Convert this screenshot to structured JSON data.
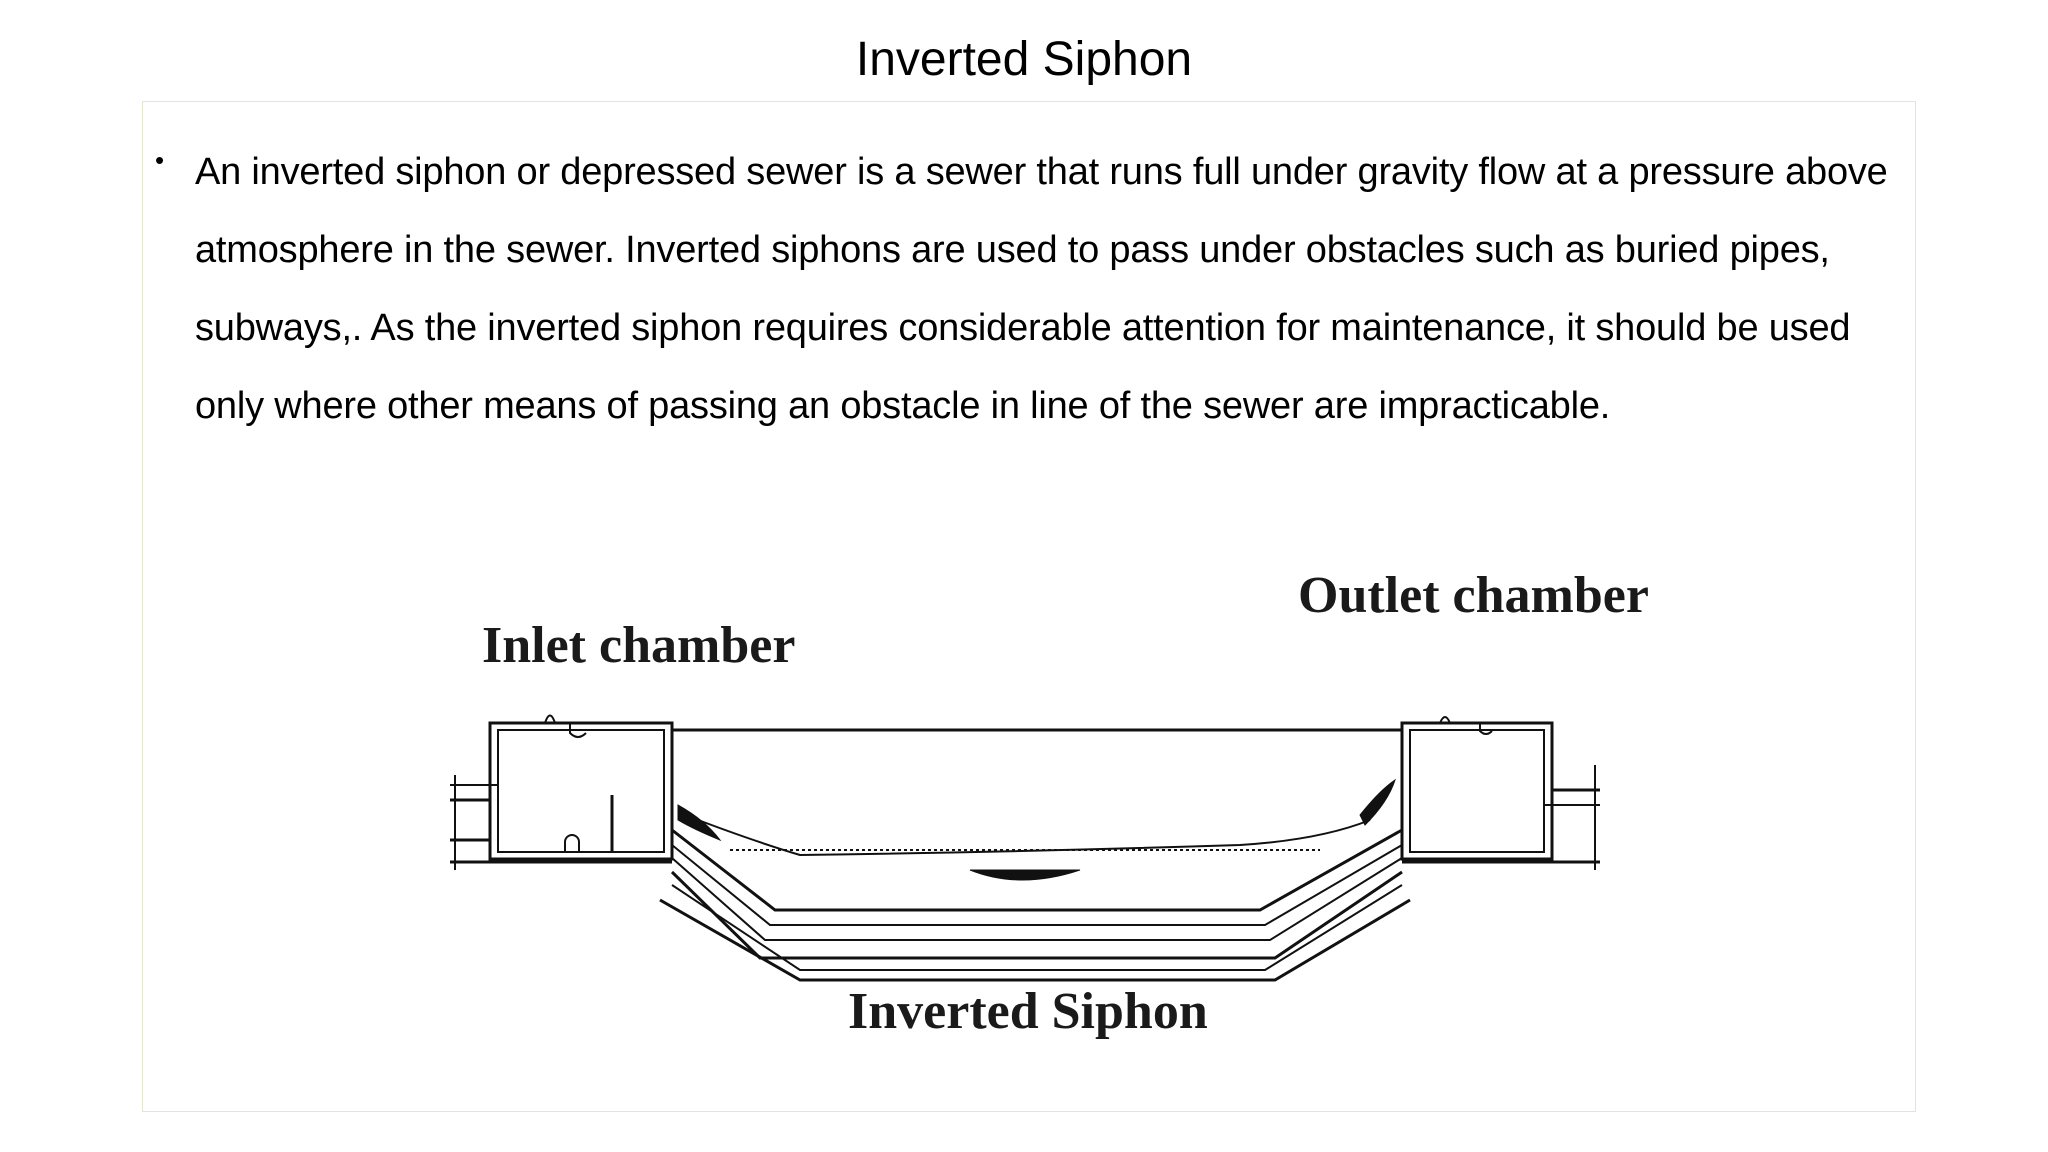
{
  "slide": {
    "title": "Inverted Siphon",
    "bullet_text": "An inverted siphon or depressed sewer is a sewer that runs full under gravity flow at a pressure above atmosphere in the sewer. Inverted siphons are used to pass under obstacles such as buried pipes, subways,. As the  inverted  siphon  requires  considerable attention for maintenance, it should be used only where other means of passing an obstacle in line of the sewer are impracticable."
  },
  "diagram": {
    "inlet_label": "Inlet chamber",
    "outlet_label": "Outlet chamber",
    "siphon_label": "Inverted Siphon"
  }
}
